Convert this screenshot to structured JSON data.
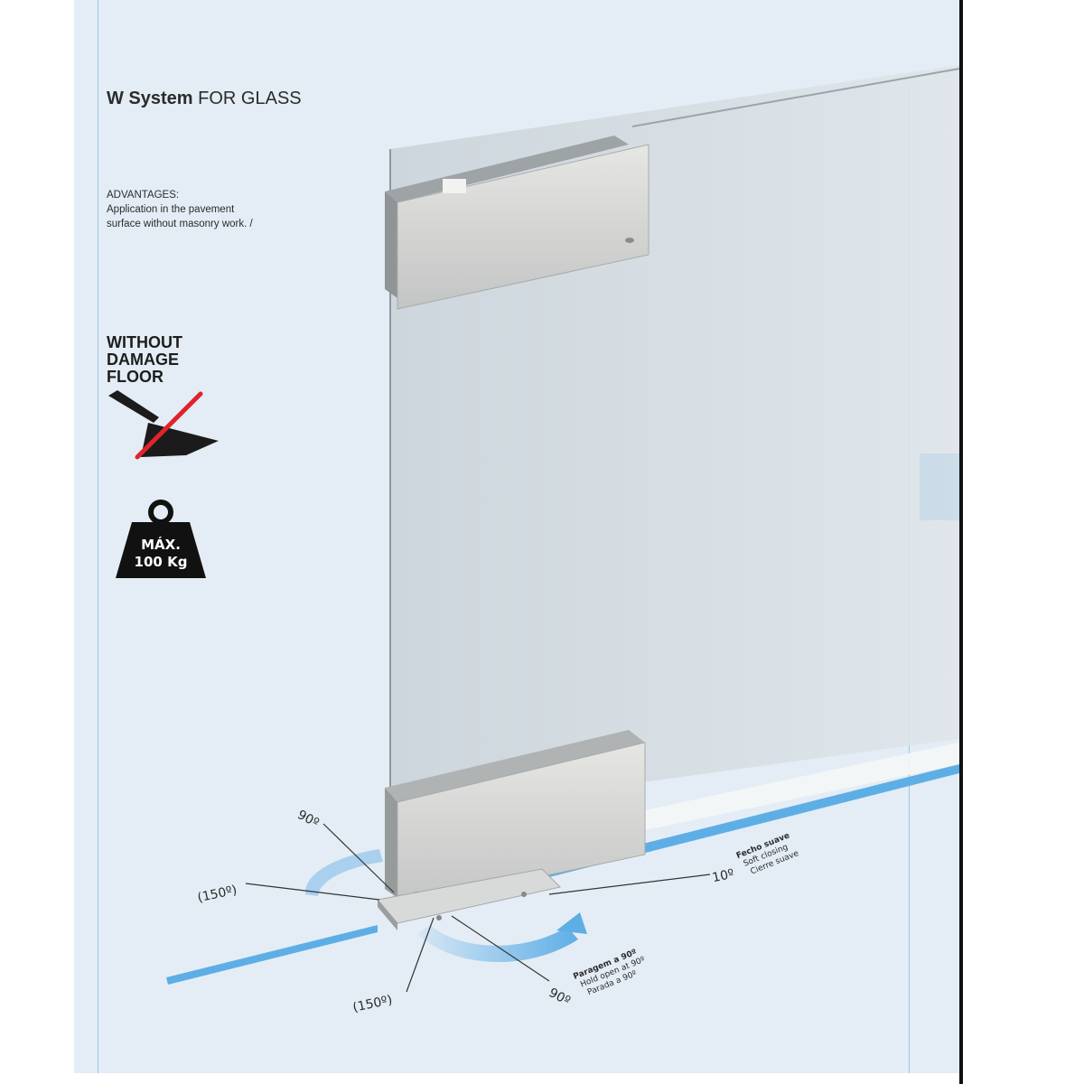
{
  "header": {
    "title_bold": "W System",
    "title_light": "FOR GLASS"
  },
  "advantages": {
    "heading": "ADVANTAGES:",
    "lines": [
      "Application in the pavement",
      "surface without masonry work. /"
    ]
  },
  "badges": {
    "without_damage_floor": [
      "WITHOUT",
      "DAMAGE",
      "FLOOR"
    ],
    "max_weight": [
      "MÁX.",
      "100 Kg"
    ]
  },
  "diagram": {
    "angle_top": "90º",
    "angle_left": "(150º)",
    "angle_bottom_left": "(150º)",
    "angle_bottom_right": "90º",
    "angle_soft": "10º",
    "soft_closing": [
      "Fecho suave",
      "Soft closing",
      "Cierre suave"
    ],
    "hold_open": [
      "Paragem a 90º",
      "Hold open at 90º",
      "Parada a 90º"
    ]
  },
  "colors": {
    "page_bg": "#e4edf5",
    "accent_blue": "#5eaee6",
    "rule_blue": "#9ec6e6",
    "red_cross": "#e0242b",
    "steel": "#c9cbcb"
  }
}
